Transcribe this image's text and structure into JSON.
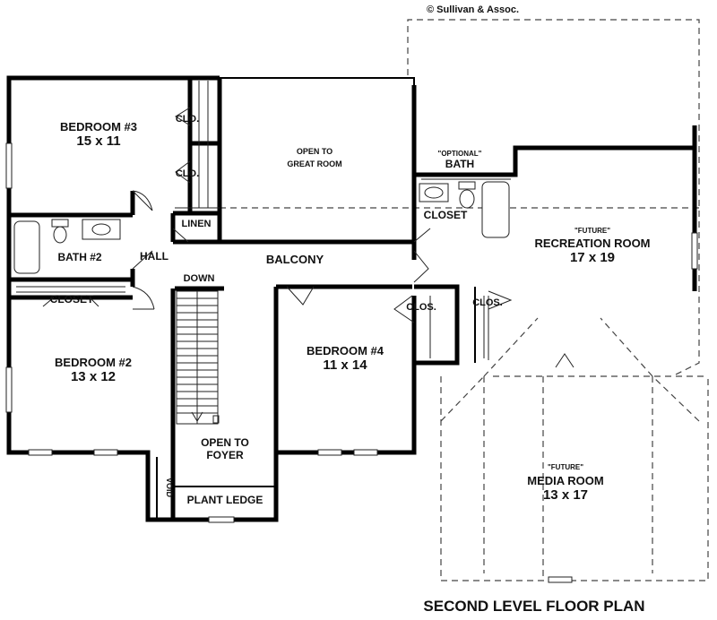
{
  "copyright": "© Sullivan & Assoc.",
  "plan_title": "SECOND LEVEL FLOOR PLAN",
  "rooms": {
    "bedroom3": {
      "name": "BEDROOM #3",
      "size": "15 x 11"
    },
    "bedroom2": {
      "name": "BEDROOM #2",
      "size": "13 x 12"
    },
    "bedroom4": {
      "name": "BEDROOM #4",
      "size": "11 x 14"
    },
    "recreation": {
      "note": "\"FUTURE\"",
      "name": "RECREATION ROOM",
      "size": "17 x 19"
    },
    "media": {
      "note": "\"FUTURE\"",
      "name": "MEDIA ROOM",
      "size": "13 x 17"
    },
    "bath2": {
      "name": "BATH #2"
    },
    "optional_bath": {
      "note": "\"OPTIONAL\"",
      "name": "BATH"
    },
    "great_room": {
      "line1": "OPEN TO",
      "line2": "GREAT ROOM"
    },
    "foyer": {
      "line1": "OPEN TO",
      "line2": "FOYER"
    }
  },
  "labels": {
    "clo_a": "CLO.",
    "clo_b": "CLO.",
    "linen": "LINEN",
    "hall": "HALL",
    "balcony": "BALCONY",
    "down": "DOWN",
    "closet_bath": "CLOSET",
    "closet_bed2": "CLOSET",
    "clos_a": "CLOS.",
    "clos_b": "CLOS.",
    "void": "VOID",
    "plant_ledge": "PLANT LEDGE"
  }
}
